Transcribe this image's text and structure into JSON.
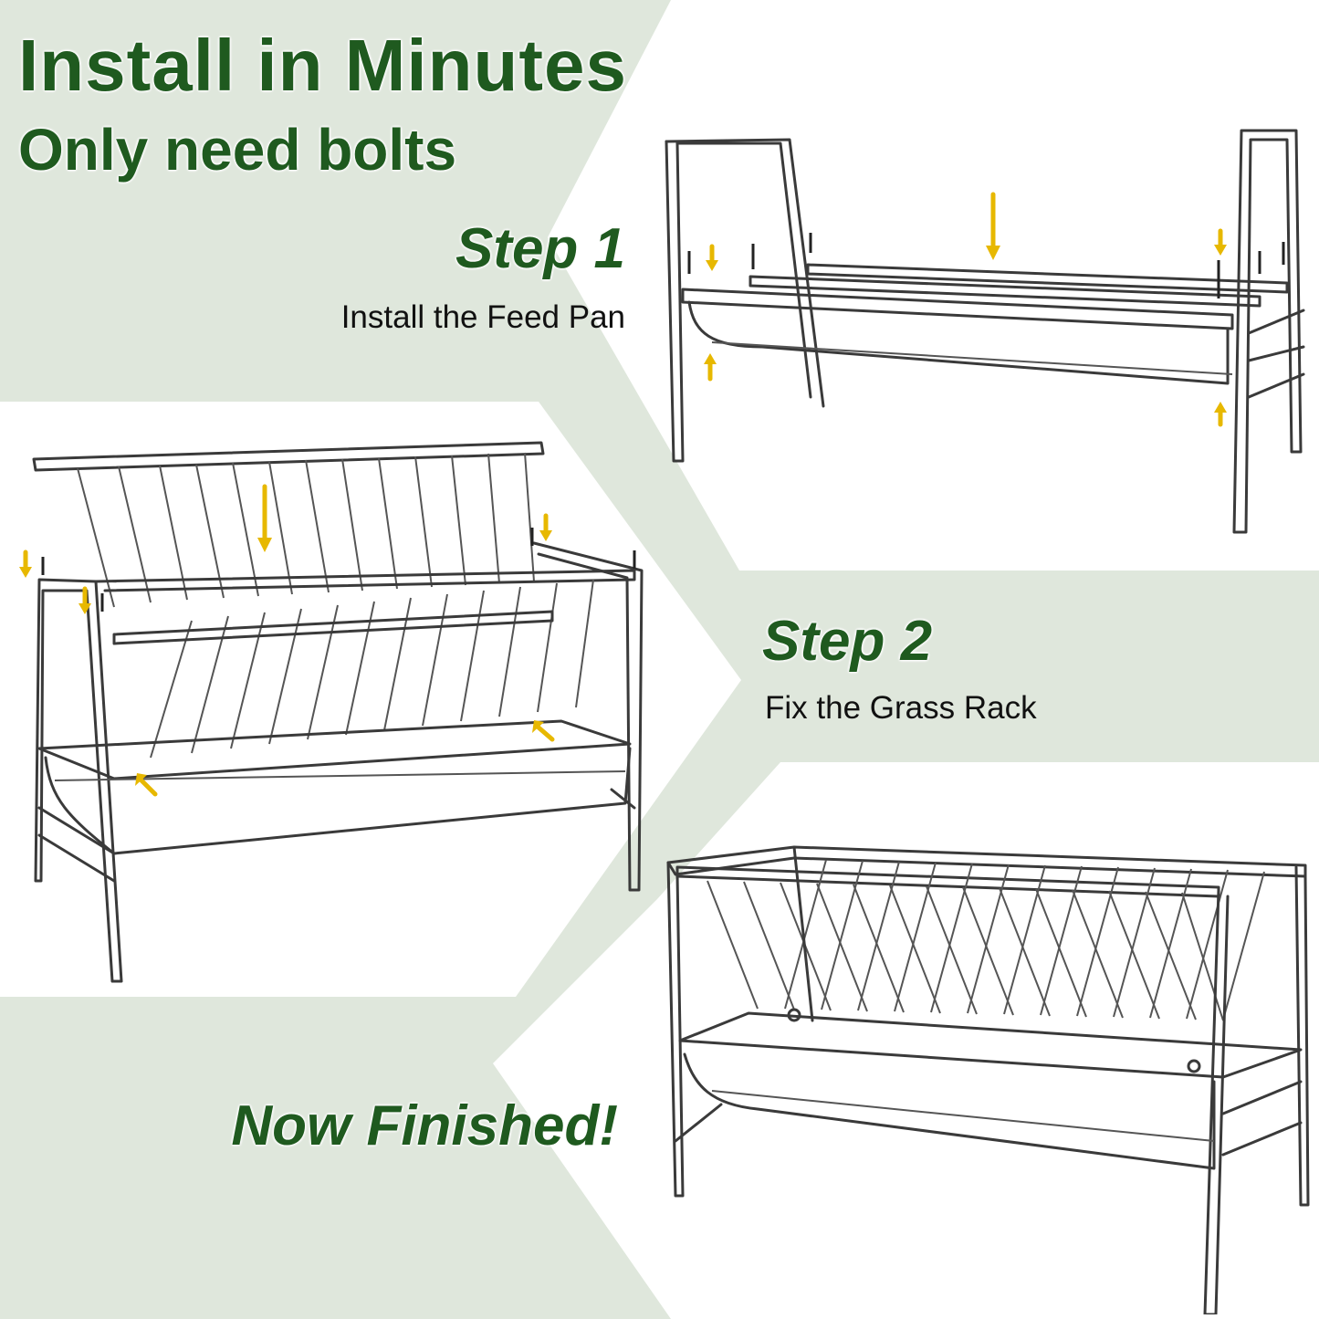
{
  "header": {
    "title": "Install in Minutes",
    "subtitle": "Only need bolts"
  },
  "steps": [
    {
      "label": "Step 1",
      "description": "Install the Feed Pan"
    },
    {
      "label": "Step 2",
      "description": "Fix the Grass Rack"
    }
  ],
  "final": {
    "label": "Now Finished!"
  },
  "colors": {
    "heading_green": "#1f5a1f",
    "background_sage": "#dfe7dc",
    "arrow_yellow": "#e7b800",
    "line_art": "#3a3a3a"
  }
}
